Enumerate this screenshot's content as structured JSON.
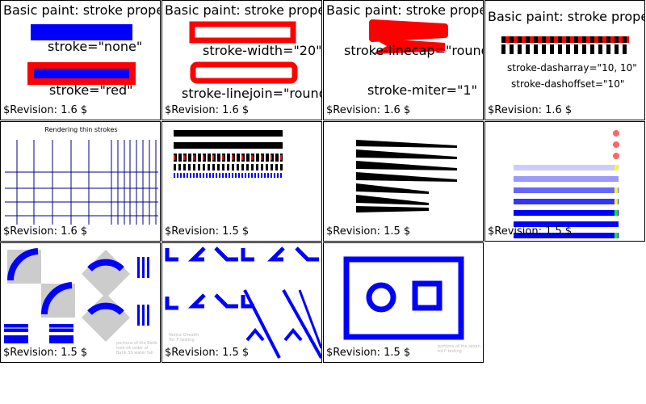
{
  "colors": {
    "blue": "#0000ff",
    "red": "#ff0000",
    "black": "#000000",
    "gray": "#cccccc",
    "navy": "#000080"
  },
  "cells": [
    {
      "title": "Basic paint: stroke properties.",
      "labels": [
        "stroke=\"none\"",
        "stroke=\"red\""
      ],
      "revision": "$Revision: 1.6 $"
    },
    {
      "title": "Basic paint: stroke properties.",
      "labels": [
        "stroke-width=\"20\"",
        "stroke-linejoin=\"round\""
      ],
      "revision": "$Revision: 1.6 $"
    },
    {
      "title": "Basic paint: stroke properties.",
      "labels": [
        "stroke-linecap=\"round\"",
        "stroke-miter=\"1\""
      ],
      "revision": "$Revision: 1.6 $"
    },
    {
      "title": "Basic paint: stroke properties",
      "labels": [
        "stroke-dasharray=\"10, 10\"",
        "stroke-dashoffset=\"10\""
      ],
      "revision": "$Revision: 1.6 $"
    },
    {
      "title": "Rendering thin strokes",
      "revision": "$Revision: 1.6 $"
    },
    {
      "revision": "$Revision: 1.5 $"
    },
    {
      "revision": "$Revision: 1.5 $"
    },
    {
      "revision": "$Revision: 1.5 $"
    },
    {
      "revision": "$Revision: 1.5 $",
      "note": [
        "portions of the Batik",
        "look-ok order of",
        "Batik SS water fall"
      ]
    },
    {
      "revision": "$Revision: 1.5 $",
      "note": [
        "Notice Ghealth",
        "Tol. F testing"
      ]
    },
    {
      "revision": "$Revision: 1.5 $",
      "note": [
        "portions of the sesan",
        "tol F testing"
      ]
    }
  ]
}
